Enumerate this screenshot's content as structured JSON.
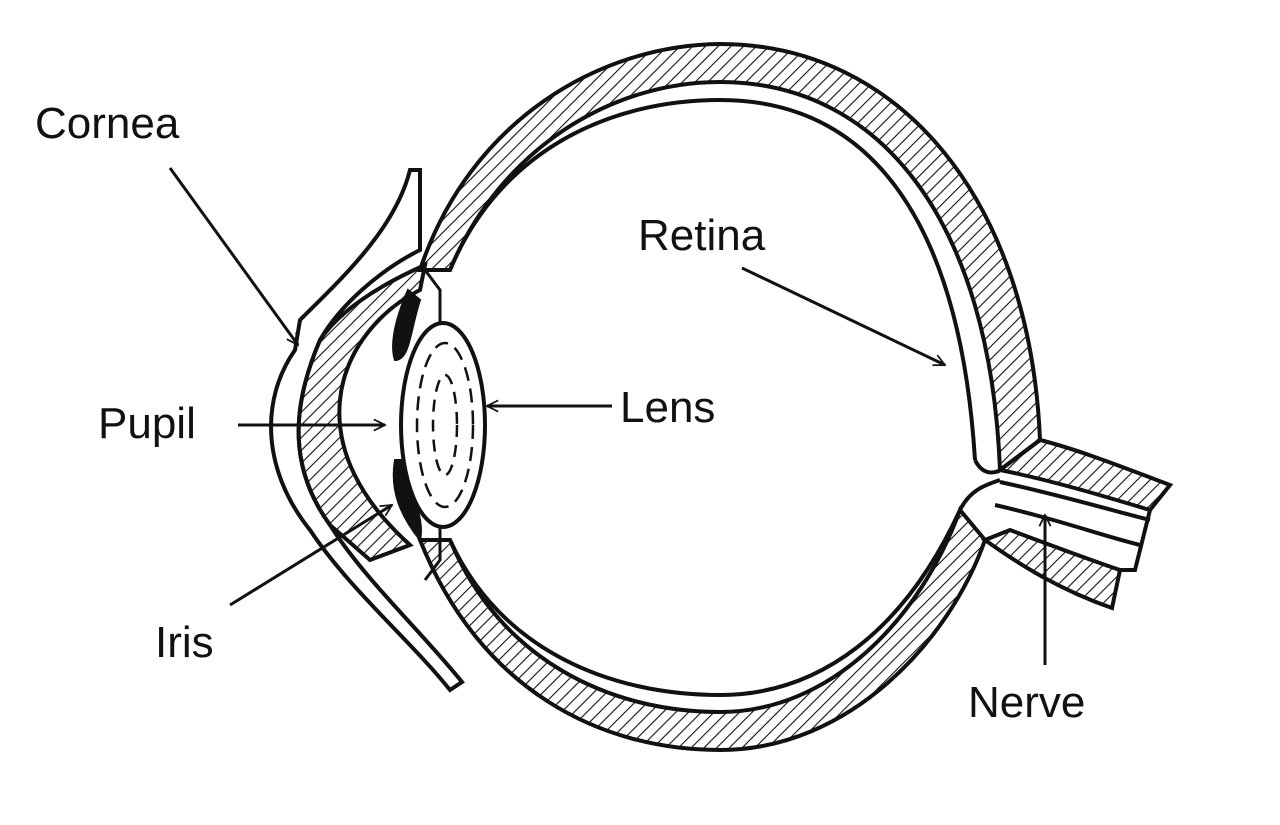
{
  "title": "Eye anatomy diagram",
  "labels": {
    "cornea": "Cornea",
    "retina": "Retina",
    "pupil": "Pupil",
    "lens": "Lens",
    "iris": "Iris",
    "nerve": "Nerve"
  },
  "colors": {
    "ink": "#111111",
    "background": "#ffffff"
  }
}
